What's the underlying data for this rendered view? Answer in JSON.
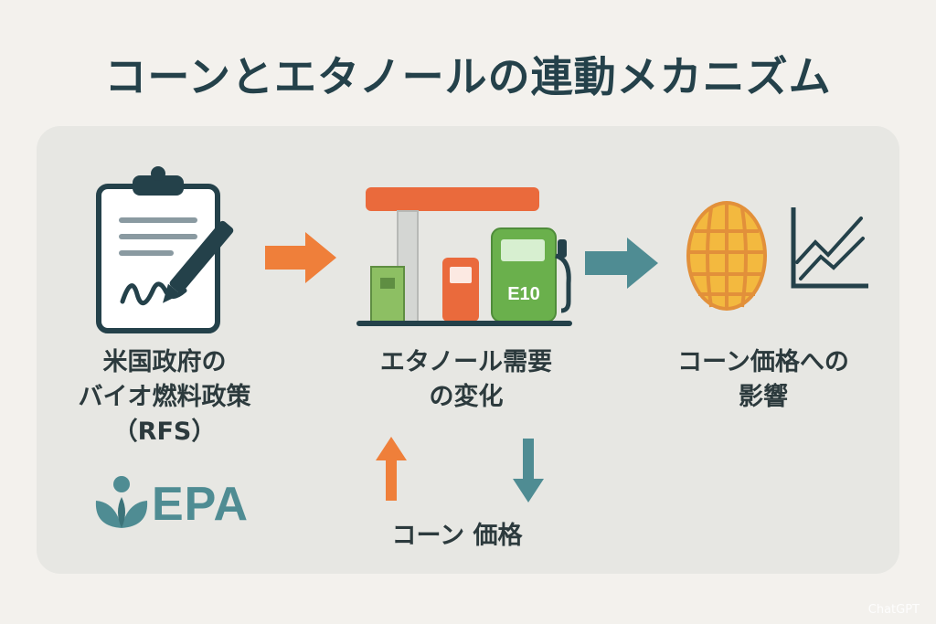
{
  "title": "コーンとエタノールの連動メカニズム",
  "step1": {
    "lines": [
      "米国政府の",
      "バイオ燃料政策",
      "（RFS）"
    ],
    "logo_text": "EPA",
    "icon": "clipboard-icon"
  },
  "step2": {
    "lines": [
      "エタノール需要",
      "の変化"
    ],
    "pump_label": "E10",
    "icon": "gas-station-icon"
  },
  "step3": {
    "lines": [
      "コーン価格への",
      "影響"
    ],
    "icons": [
      "corn-icon",
      "trend-chart-icon"
    ]
  },
  "bottom_label": "コーン 価格",
  "watermark": "ChatGPT",
  "colors": {
    "title": "#24414a",
    "orange": "#ef7f3a",
    "teal": "#4f8c93",
    "green": "#6ab04c",
    "corn": "#f3b93f"
  }
}
